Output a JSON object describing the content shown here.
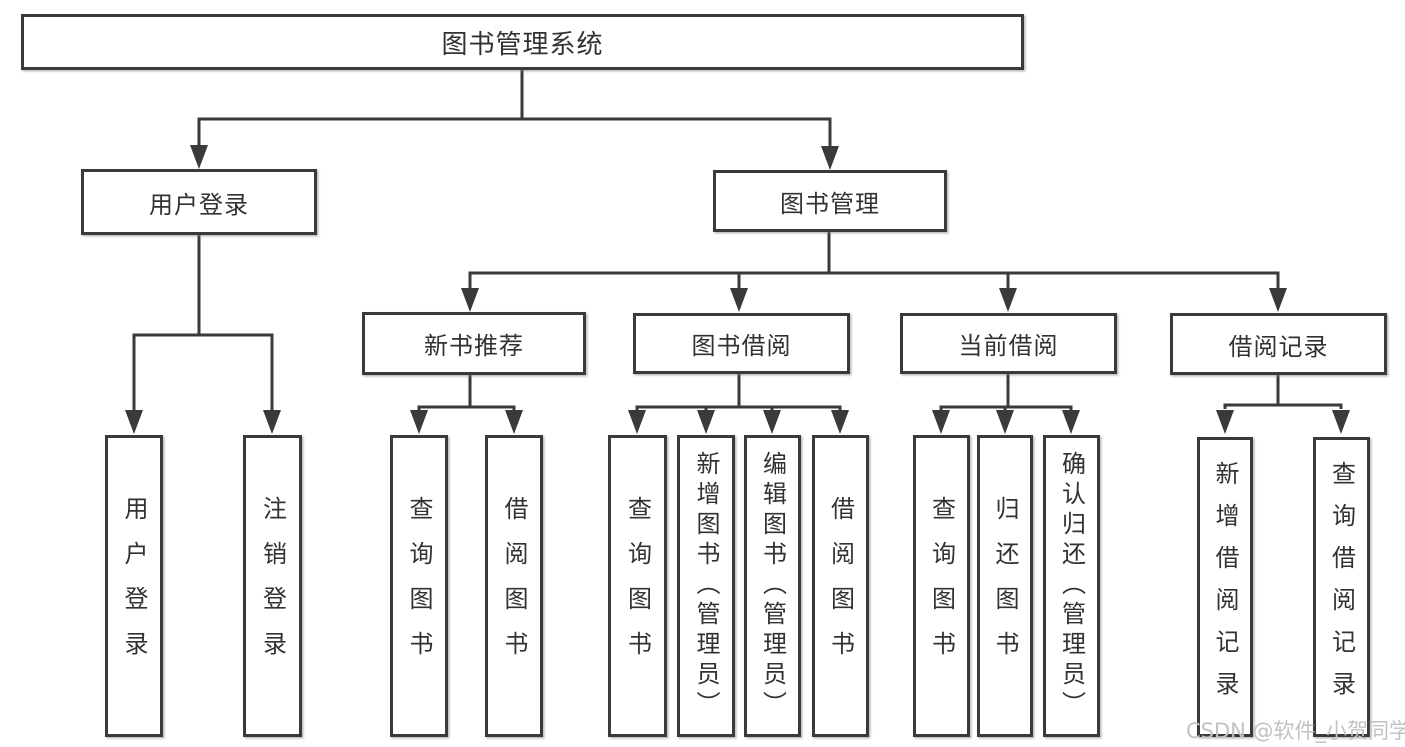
{
  "diagram": {
    "title": "图书管理系统",
    "type": "hierarchy-tree",
    "colors": {
      "line": "#3a3a3a",
      "text": "#323232",
      "background": "#ffffff",
      "watermark": "#c2c2c2"
    },
    "watermark": "CSDN @软件_小贺同学",
    "tree": {
      "label": "图书管理系统",
      "children": [
        {
          "label": "用户登录",
          "children": [
            {
              "label": "用户登录"
            },
            {
              "label": "注销登录"
            }
          ]
        },
        {
          "label": "图书管理",
          "children": [
            {
              "label": "新书推荐",
              "children": [
                {
                  "label": "查询图书"
                },
                {
                  "label": "借阅图书"
                }
              ]
            },
            {
              "label": "图书借阅",
              "children": [
                {
                  "label": "查询图书"
                },
                {
                  "label": "新增图书（管理员）"
                },
                {
                  "label": "编辑图书（管理员）"
                },
                {
                  "label": "借阅图书"
                }
              ]
            },
            {
              "label": "当前借阅",
              "children": [
                {
                  "label": "查询图书"
                },
                {
                  "label": "归还图书"
                },
                {
                  "label": "确认归还（管理员）"
                }
              ]
            },
            {
              "label": "借阅记录",
              "children": [
                {
                  "label": "新增借阅记录"
                },
                {
                  "label": "查询借阅记录"
                }
              ]
            }
          ]
        }
      ]
    }
  }
}
